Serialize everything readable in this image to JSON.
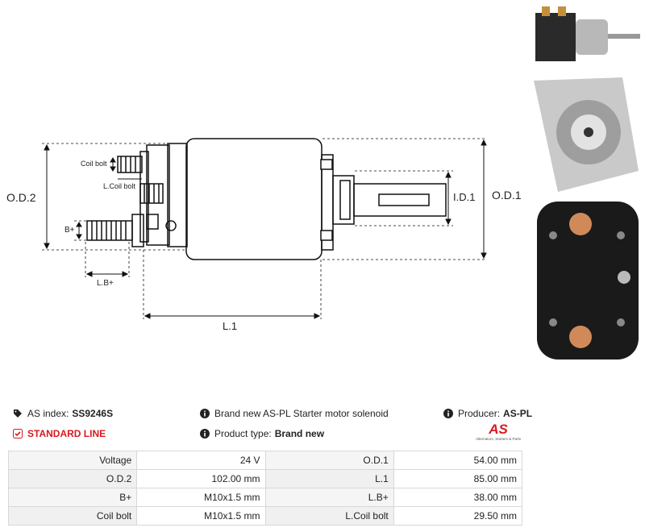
{
  "drawing": {
    "labels": {
      "od2": "O.D.2",
      "od1": "O.D.1",
      "id1": "I.D.1",
      "l1": "L.1",
      "coil_bolt": "Coil bolt",
      "l_coil_bolt": "L.Coil bolt",
      "b_plus": "B+",
      "l_b_plus": "L.B+"
    }
  },
  "header": {
    "as_index_label": "AS index:",
    "as_index_value": "SS9246S",
    "standard_line": "STANDARD LINE",
    "description": "Brand new AS-PL Starter motor solenoid",
    "product_type_label": "Product type:",
    "product_type_value": "Brand new",
    "producer_label": "Producer:",
    "producer_value": "AS-PL",
    "logo_text": "AS",
    "logo_tagline": "Alternators, Starters & Parts"
  },
  "specs": [
    {
      "l1": "Voltage",
      "v1": "24 V",
      "l2": "O.D.1",
      "v2": "54.00 mm"
    },
    {
      "l1": "O.D.2",
      "v1": "102.00 mm",
      "l2": "L.1",
      "v2": "85.00 mm"
    },
    {
      "l1": "B+",
      "v1": "M10x1.5 mm",
      "l2": "L.B+",
      "v2": "38.00 mm"
    },
    {
      "l1": "Coil bolt",
      "v1": "M10x1.5 mm",
      "l2": "L.Coil bolt",
      "v2": "29.50 mm"
    }
  ],
  "colors": {
    "accent_red": "#d71920",
    "table_label_bg": "#f5f5f5"
  }
}
